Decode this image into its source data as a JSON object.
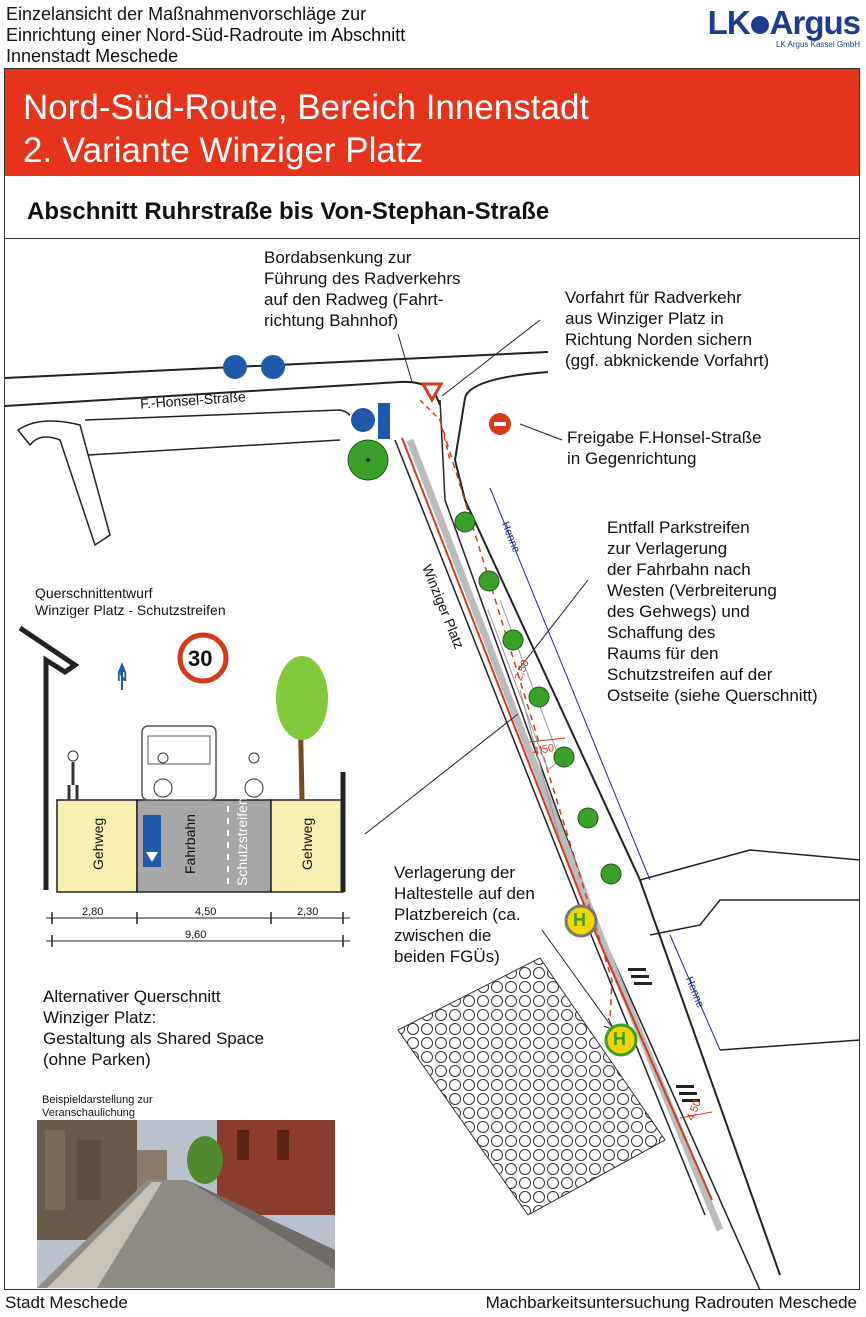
{
  "header": {
    "description_lines": [
      "Einzelansicht der Maßnahmenvorschläge zur",
      "Einrichtung einer Nord-Süd-Radroute im Abschnitt",
      "Innenstadt Meschede"
    ],
    "logo_text_lk": "LK",
    "logo_text_argus": "Argus",
    "logo_subtitle": "LK Argus Kassel GmbH"
  },
  "banner": {
    "line1": "Nord-Süd-Route, Bereich Innenstadt",
    "line2": "2. Variante Winziger Platz"
  },
  "section_title": "Abschnitt Ruhrstraße bis Von-Stephan-Straße",
  "map": {
    "street_honsel": "F.-Honsel-Straße",
    "street_winziger": "Winziger Platz",
    "street_henne": "Henne",
    "dim_450": "4,50",
    "dim_250": "2,50"
  },
  "annotations": {
    "bordabsenkung": [
      "Bordabsenkung zur",
      "Führung des Radverkehrs",
      "auf den Radweg (Fahrt-",
      "richtung Bahnhof)"
    ],
    "vorfahrt": [
      "Vorfahrt für Radverkehr",
      "aus Winziger Platz in",
      "Richtung Norden sichern",
      "(ggf. abknickende Vorfahrt)"
    ],
    "freigabe": [
      "Freigabe F.Honsel-Straße",
      "in Gegenrichtung"
    ],
    "entfall": [
      "Entfall Parkstreifen",
      "zur Verlagerung",
      "der Fahrbahn nach",
      "Westen (Verbreiterung",
      "des Gehwegs) und",
      "Schaffung des",
      "Raums für den",
      "Schutzstreifen auf der",
      "Ostseite (siehe Querschnitt)"
    ],
    "verlagerung": [
      "Verlagerung der",
      "Haltestelle auf den",
      "Platzbereich (ca.",
      "zwischen die",
      "beiden FGÜs)"
    ]
  },
  "cross_section": {
    "title": [
      "Querschnittentwurf",
      "Winziger Platz - Schutzstreifen"
    ],
    "speed_limit": "30",
    "north": "N",
    "lane_gehweg_left": "Gehweg",
    "lane_fahrbahn": "Fahrbahn",
    "lane_schutzstreifen": "Schutzstreifen",
    "lane_gehweg_right": "Gehweg",
    "dim_left": "2,80",
    "dim_mid": "4,50",
    "dim_right": "2,30",
    "dim_total": "9,60"
  },
  "alternative": {
    "title": [
      "Alternativer Querschnitt",
      "Winziger Platz:",
      "Gestaltung als Shared Space",
      "(ohne Parken)"
    ],
    "example_caption": [
      "Beispieldarstellung zur",
      "Veranschaulichung"
    ]
  },
  "stop_letter": "H",
  "footer": {
    "left": "Stadt Meschede",
    "right": "Machbarkeitsuntersuchung Radrouten Meschede"
  },
  "colors": {
    "banner_red": "#e5341b",
    "logo_blue": "#1a3d8f",
    "tree_green": "#3aa02a",
    "bike_red": "#d23a1a",
    "sidewalk_yellow": "#f7f0b0",
    "road_gray": "#a7a7a7"
  }
}
